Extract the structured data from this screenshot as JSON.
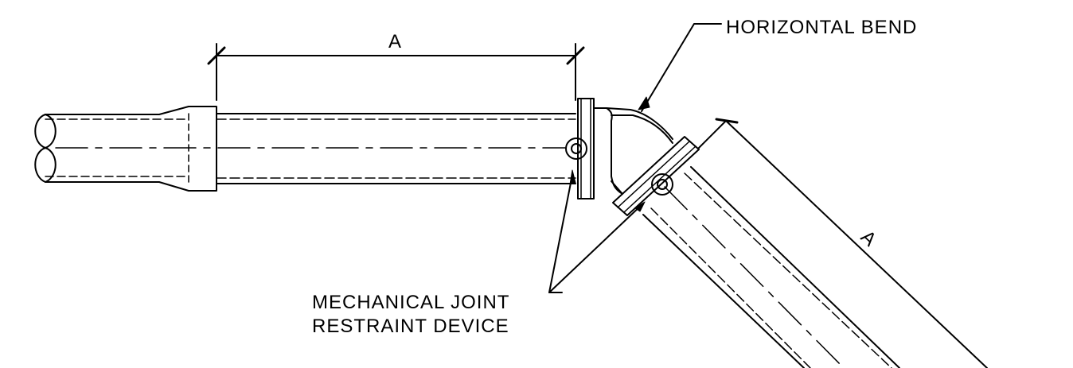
{
  "labels": {
    "horizontal_bend": "HORIZONTAL BEND",
    "restraint_line1": "MECHANICAL JOINT",
    "restraint_line2": "RESTRAINT DEVICE",
    "dimension_horizontal": "A",
    "dimension_angled": "A"
  },
  "colors": {
    "line": "#000000",
    "background": "#ffffff"
  }
}
